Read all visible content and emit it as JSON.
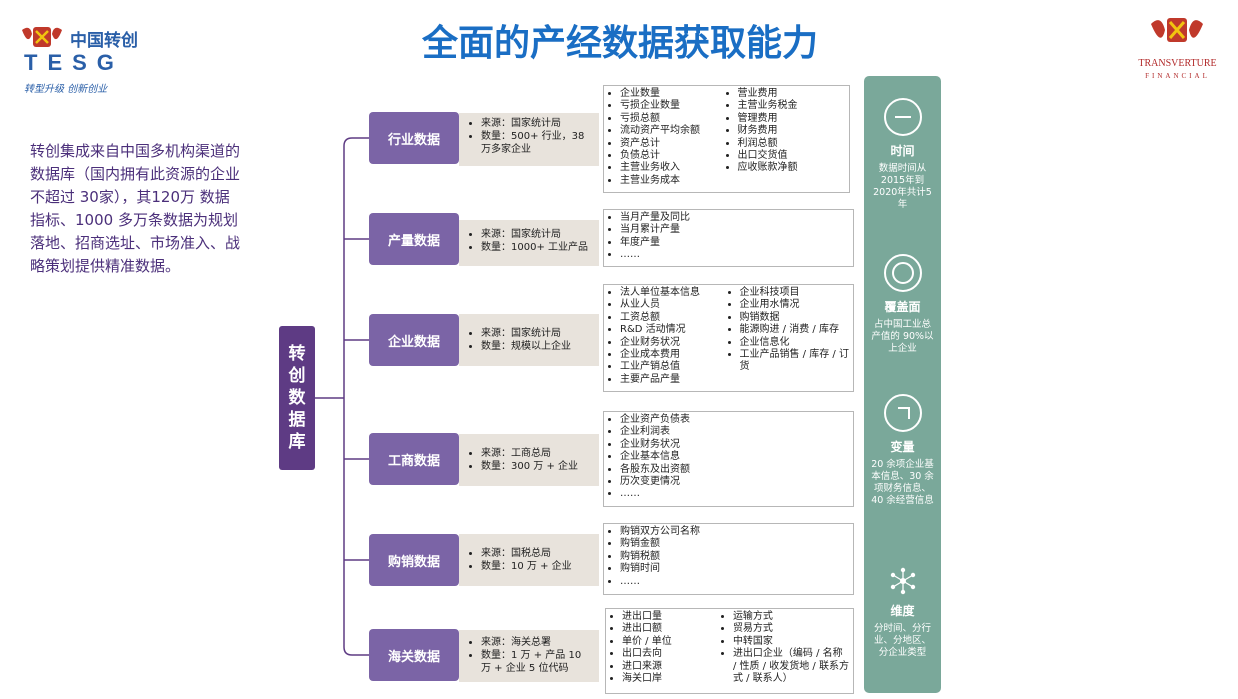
{
  "logo_left": {
    "cn": "中国转创",
    "en": "TESG",
    "slogan": "转型升级 创新创业"
  },
  "logo_right": {
    "name": "TRANSVERTURE",
    "sub": "FINANCIAL"
  },
  "title": "全面的产经数据获取能力",
  "intro": "转创集成来自中国多机构渠道的数据库（国内拥有此资源的企业不超过 30家），其120万  数据指标、1000 多万条数据为规划落地、招商选址、市场准入、战略策划提供精准数据。",
  "root": "转创数据库",
  "categories": [
    {
      "name": "行业数据",
      "source": [
        "来源：国家统计局",
        "数量：500+ 行业，38万多家企业"
      ],
      "items_col1": [
        "企业数量",
        "亏损企业数量",
        "亏损总额",
        "流动资产平均余额",
        "资产总计",
        "负债总计",
        "主营业务收入",
        "主营业务成本"
      ],
      "items_col2": [
        "营业费用",
        "主营业务税金",
        "管理费用",
        "财务费用",
        "利润总额",
        "出口交货值",
        "应收账款净额"
      ]
    },
    {
      "name": "产量数据",
      "source": [
        "来源：国家统计局",
        "数量：1000+ 工业产品"
      ],
      "items_col1": [
        "当月产量及同比",
        "当月累计产量",
        "年度产量",
        "……"
      ],
      "items_col2": []
    },
    {
      "name": "企业数据",
      "source": [
        "来源：国家统计局",
        "数量：规模以上企业"
      ],
      "items_col1": [
        "法人单位基本信息",
        "从业人员",
        "工资总额",
        "R&D 活动情况",
        "企业财务状况",
        "企业成本费用",
        "工业产销总值",
        "主要产品产量"
      ],
      "items_col2": [
        "企业科技项目",
        "企业用水情况",
        "购销数据",
        "能源购进 / 消费 / 库存",
        "企业信息化",
        "工业产品销售 / 库存 / 订货"
      ]
    },
    {
      "name": "工商数据",
      "source": [
        "来源：工商总局",
        "数量：300 万 + 企业"
      ],
      "items_col1": [
        "企业资产负债表",
        "企业利润表",
        "企业财务状况",
        "企业基本信息",
        "各股东及出资额",
        "历次变更情况",
        "……"
      ],
      "items_col2": []
    },
    {
      "name": "购销数据",
      "source": [
        "来源：国税总局",
        "数量：10 万 + 企业"
      ],
      "items_col1": [
        "购销双方公司名称",
        "购销金额",
        "购销税额",
        "购销时间",
        "……"
      ],
      "items_col2": []
    },
    {
      "name": "海关数据",
      "source": [
        "来源：海关总署",
        "数量：1 万 + 产品  10 万 + 企业  5 位代码"
      ],
      "items_col1": [
        "进出口量",
        "进出口额",
        "单价 / 单位",
        "出口去向",
        "进口来源",
        "海关口岸"
      ],
      "items_col2": [
        "运输方式",
        "贸易方式",
        "中转国家",
        "进出口企业（编码 / 名称 / 性质 / 收发货地 / 联系方式 / 联系人）"
      ]
    }
  ],
  "features": [
    {
      "title": "时间",
      "desc": "数据时间从2015年到2020年共计5年",
      "icon": "minus-circle-icon"
    },
    {
      "title": "覆盖面",
      "desc": "占中国工业总产值的 90%以上企业",
      "icon": "ring-icon"
    },
    {
      "title": "变量",
      "desc": "20 余项企业基本信息、30 余项财务信息、40 余经营信息",
      "icon": "corner-circle-icon"
    },
    {
      "title": "维度",
      "desc": "分时间、分行业、分地区、分企业类型",
      "icon": "network-icon"
    }
  ],
  "colors": {
    "title": "#1a6ec4",
    "root": "#5e3b84",
    "category": "#7b64a6",
    "source_bg": "#e8e3dc",
    "panel": "#7aa89a",
    "connector": "#5e3b84"
  }
}
